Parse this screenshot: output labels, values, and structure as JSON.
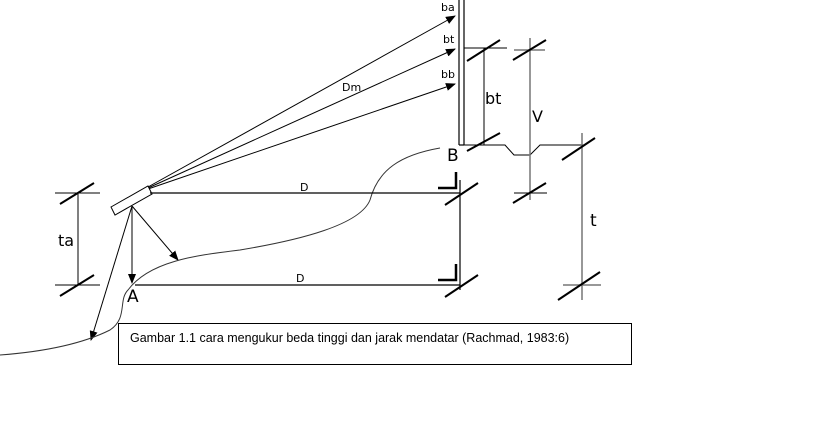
{
  "diagram": {
    "labels": {
      "ba": "ba",
      "bt_rod": "bt",
      "bb": "bb",
      "dm": "Dm",
      "bt_dim": "bt",
      "v": "V",
      "b": "B",
      "a": "A",
      "d_upper": "D",
      "d_lower": "D",
      "ta": "ta",
      "t": "t"
    },
    "caption": "Gambar  1.1 cara mengukur beda tinggi dan jarak mendatar (Rachmad, 1983:6)",
    "colors": {
      "line": "#000000",
      "ground": "#333333",
      "background": "#ffffff"
    }
  }
}
